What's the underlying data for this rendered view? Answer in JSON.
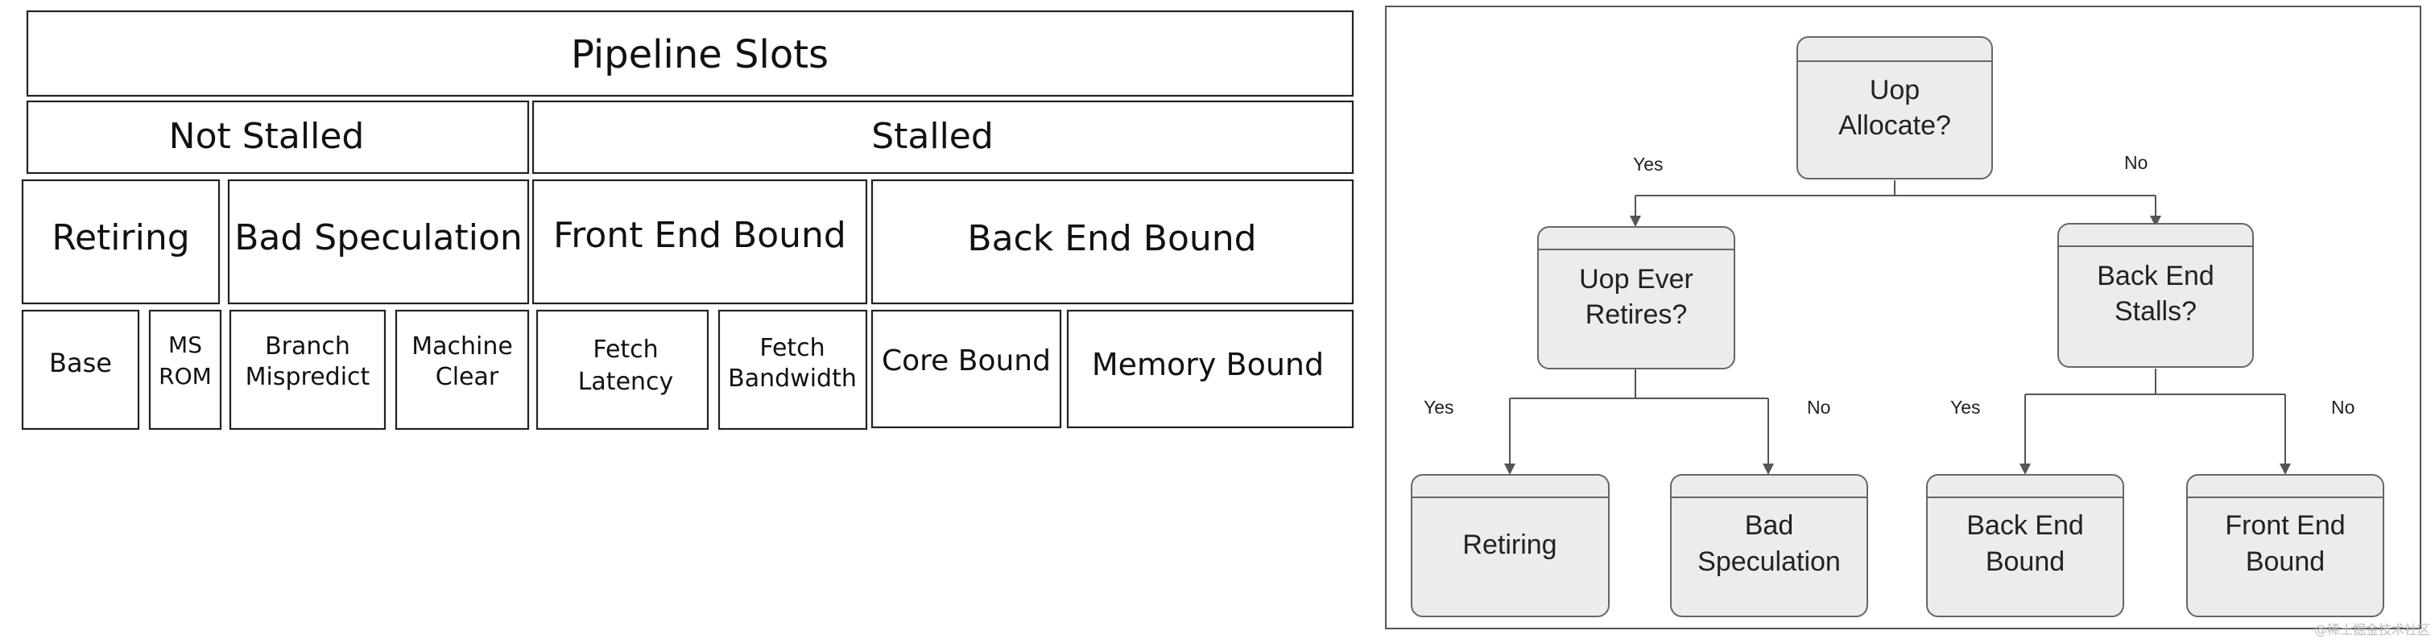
{
  "left_table": {
    "row1": {
      "pipeline_slots": "Pipeline Slots"
    },
    "row2": {
      "not_stalled": "Not Stalled",
      "stalled": "Stalled"
    },
    "row3": {
      "retiring": "Retiring",
      "bad_speculation": "Bad Speculation",
      "front_end_bound": "Front End Bound",
      "back_end_bound": "Back End Bound"
    },
    "row4": {
      "base": "Base",
      "ms_rom_1": "MS",
      "ms_rom_2": "ROM",
      "branch_1": "Branch",
      "branch_2": "Mispredict",
      "machine_1": "Machine",
      "machine_2": "Clear",
      "fetch_lat_1": "Fetch",
      "fetch_lat_2": "Latency",
      "fetch_bw_1": "Fetch",
      "fetch_bw_2": "Bandwidth",
      "core_bound": "Core Bound",
      "memory_bound": "Memory Bound"
    }
  },
  "flowchart": {
    "root": {
      "line1": "Uop",
      "line2": "Allocate?"
    },
    "left_q": {
      "line1": "Uop Ever",
      "line2": "Retires?"
    },
    "right_q": {
      "line1": "Back End",
      "line2": "Stalls?"
    },
    "leaf1": {
      "line1": "Retiring"
    },
    "leaf2": {
      "line1": "Bad",
      "line2": "Speculation"
    },
    "leaf3": {
      "line1": "Back End",
      "line2": "Bound"
    },
    "leaf4": {
      "line1": "Front End",
      "line2": "Bound"
    },
    "labels": {
      "root_yes": "Yes",
      "root_no": "No",
      "left_yes": "Yes",
      "left_no": "No",
      "right_yes": "Yes",
      "right_no": "No"
    }
  },
  "watermark": "@稀土掘金技术社区"
}
